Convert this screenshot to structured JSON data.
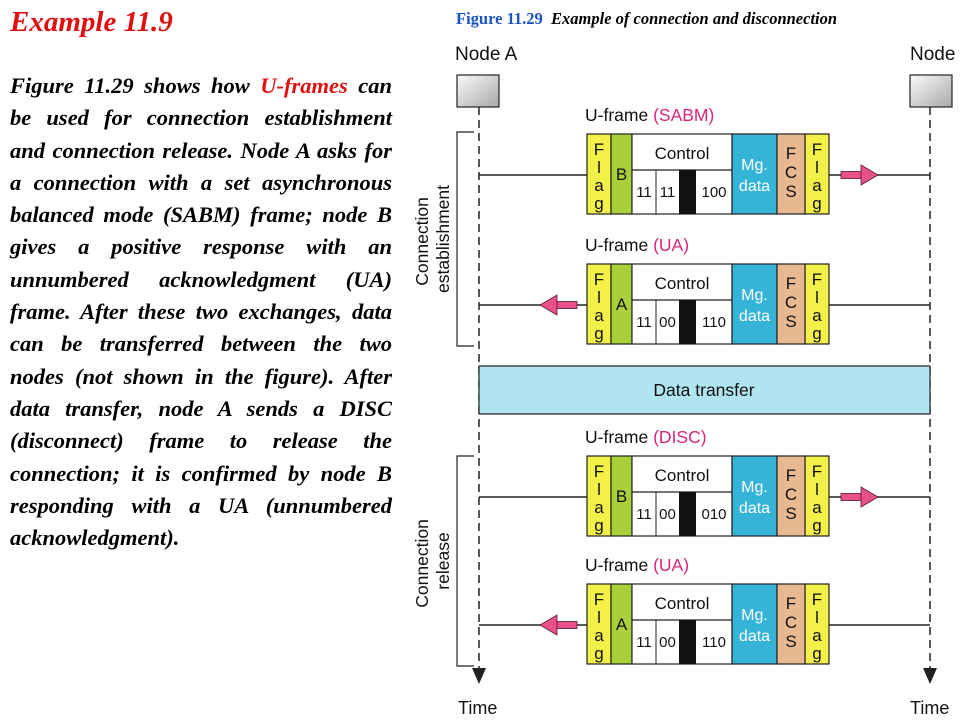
{
  "example": {
    "title": "Example 11.9",
    "text_before": "Figure 11.29 shows how ",
    "highlight": "U-frames",
    "text_after": " can be used for connection establishment and connection release. Node A asks for a connection with a set asynchronous balanced mode (SABM) frame; node B gives a positive response with an unnumbered acknowledgment (UA) frame. After these two exchanges, data can be transferred between the two nodes (not shown in the figure). After data transfer, node A sends a DISC (disconnect) frame to release the connection; it is confirmed by node B responding with a UA (unnumbered acknowledgment)."
  },
  "figure": {
    "number": "Figure 11.29",
    "caption": "Example of connection and disconnection",
    "node_a": "Node A",
    "node_b": "Node B",
    "time_label": "Time",
    "phase_establish": [
      "Connection",
      "establishment"
    ],
    "phase_release": [
      "Connection",
      "release"
    ],
    "data_transfer": "Data transfer",
    "frame_prefix": "U-frame",
    "field_labels": {
      "flag": [
        "F",
        "l",
        "a",
        "g"
      ],
      "control": "Control",
      "mgmt": [
        "Mg.",
        "data"
      ],
      "fcs": [
        "F",
        "C",
        "S"
      ]
    },
    "frames": [
      {
        "type": "SABM",
        "address": "B",
        "bits": [
          "11",
          "11",
          "100"
        ],
        "direction": "A to B"
      },
      {
        "type": "UA",
        "address": "A",
        "bits": [
          "11",
          "00",
          "110"
        ],
        "direction": "B to A"
      },
      {
        "type": "DISC",
        "address": "B",
        "bits": [
          "11",
          "00",
          "010"
        ],
        "direction": "A to B"
      },
      {
        "type": "UA",
        "address": "A",
        "bits": [
          "11",
          "00",
          "110"
        ],
        "direction": "B to A"
      }
    ],
    "colors": {
      "flag": "#f4f04a",
      "address": "#a8d03a",
      "control": "#ffffff",
      "mgmt": "#35b4d8",
      "fcs": "#e8b890",
      "arrow": "#e8508a",
      "data_transfer": "#b0e4f0",
      "frame_type": "#d8267a",
      "caption_number": "#1a53c4",
      "example_title": "#e01010"
    }
  }
}
